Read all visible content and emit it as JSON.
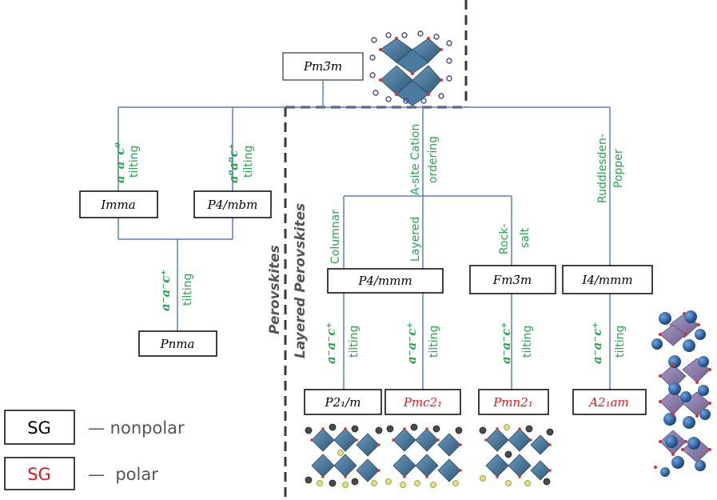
{
  "nodes": {
    "pm3m": "Pm3̄m",
    "imma": "Imma",
    "p4mbm": "P4/mbm",
    "pnma": "Pnma",
    "p4mmm": "P4/mmm",
    "fm3m": "Fm3̄m",
    "i4mmm": "I4/mmm",
    "p21m": "P2₁/m",
    "pmc21": "Pmc2₁",
    "pmn21": "Pmn2₁",
    "a21am": "A2₁am"
  },
  "edges": {
    "tilt1_glazer": "a⁻a⁻c⁰",
    "tilt2_glazer": "a⁰a⁰c⁺",
    "tilt3_glazer": "a⁻a⁻c⁺",
    "tilt_word": "tilting",
    "asite_line1": "A-site Cation",
    "asite_line2": "ordering",
    "rp_line1": "Ruddlesden-",
    "rp_line2": "Popper",
    "columnar": "Columnar",
    "layered": "Layered",
    "rock_line1": "Rock-",
    "rock_line2": "salt"
  },
  "regions": {
    "perovskites": "Perovskites",
    "layered_perovskites": "Layered Perovskites"
  },
  "legend": {
    "sg": "SG",
    "nonpolar": "— nonpolar",
    "polar": "—  polar",
    "nonpolar_color": "#000000",
    "polar_color": "#e8141c"
  },
  "colors": {
    "line": "#5b7fc2",
    "green": "#23a64a",
    "octahedron": "#3d6f96",
    "octahedron_rp": "#8a7aa8",
    "sphere": "#1f5aa0"
  }
}
